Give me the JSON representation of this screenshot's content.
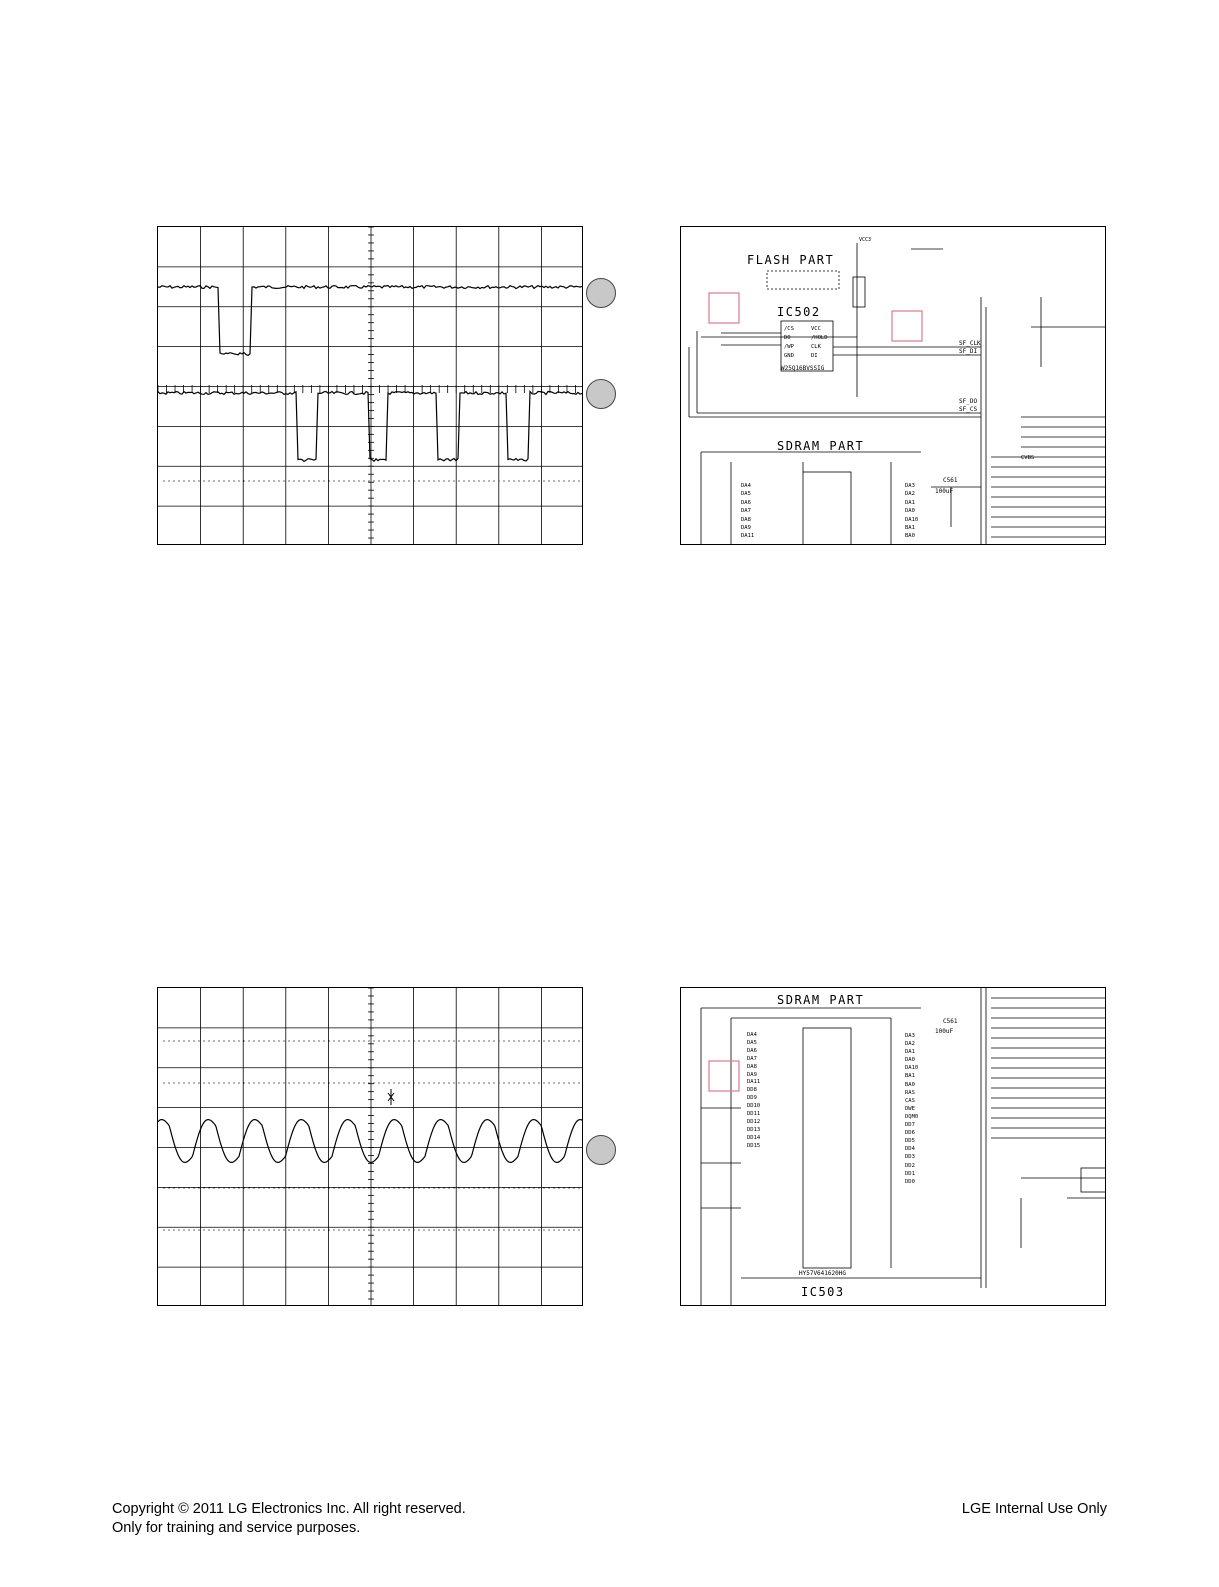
{
  "footer": {
    "copyright": "Copyright © 2011 LG Electronics Inc. All right reserved.",
    "purpose": "Only for training and service purposes.",
    "internal": "LGE Internal Use Only"
  },
  "schematic_top": {
    "flash_title": "FLASH PART",
    "ic_label": "IC502",
    "chip_part": "W25Q16BVSSIG",
    "sdram_title": "SDRAM PART",
    "net_labels": [
      "SF_CLK",
      "SF_DI",
      "SF_DO",
      "SF_CS"
    ],
    "vcc_label": "VCC3",
    "cap_label": "C561",
    "cap_value": "100uF",
    "pins_left": [
      "DA4",
      "DA5",
      "DA6",
      "DA7",
      "DA8",
      "DA9",
      "DA11"
    ],
    "pins_right": [
      "DA3",
      "DA2",
      "DA1",
      "DA0",
      "DA10",
      "BA1",
      "BA0"
    ]
  },
  "schematic_bottom": {
    "sdram_title": "SDRAM PART",
    "ic_label": "IC503",
    "chip_part": "HY57V641620HG",
    "cap_label": "C561",
    "cap_value": "100uF",
    "pins_left": [
      "DA4",
      "DA5",
      "DA6",
      "DA7",
      "DA8",
      "DA9",
      "DA11",
      "DD8",
      "DD9",
      "DD10",
      "DD11",
      "DD12",
      "DD13",
      "DD14",
      "DD15"
    ],
    "pins_right": [
      "DA3",
      "DA2",
      "DA1",
      "DA0",
      "DA10",
      "BA1",
      "BA0",
      "RAS",
      "CAS",
      "DWE",
      "DQM0",
      "DD7",
      "DD6",
      "DD5",
      "DD4",
      "DD3",
      "DD2",
      "DD1",
      "DD0"
    ]
  },
  "colors": {
    "probe": "#c8c8c8",
    "marker_box": "#e07a8c",
    "trace": "#000000"
  }
}
